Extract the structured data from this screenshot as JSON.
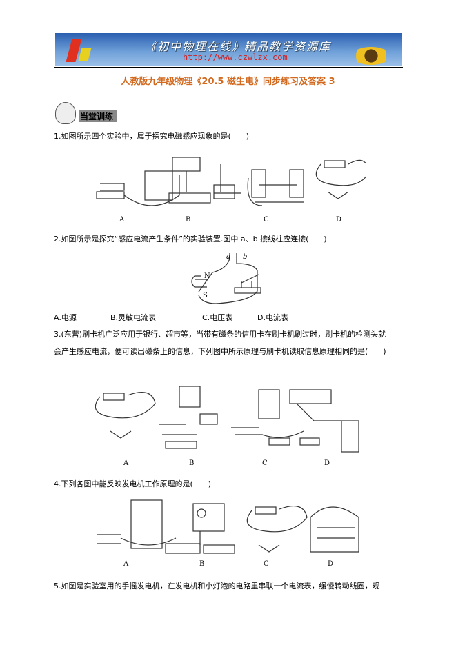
{
  "banner": {
    "title": "《初中物理在线》精品教学资源库",
    "url": "http://www.czwlzx.com"
  },
  "doc_title": "人教版九年级物理《20.5 磁生电》同步练习及答案 3",
  "section_label": "当堂训练",
  "questions": [
    {
      "text": "1.如图所示四个实验中，属于探究电磁感应现象的是(　　)",
      "figure_labels": [
        "A",
        "B",
        "C",
        "D"
      ]
    },
    {
      "text": "2.如图所示是探究“感应电流产生条件”的实验装置.图中 a、b 接线柱应连接(　　)",
      "figure_labels": [
        "a",
        "b",
        "N",
        "S"
      ],
      "options": [
        "A.电源",
        "B.灵敏电流表",
        "C.电压表",
        "D.电流表"
      ]
    },
    {
      "text_lines": [
        "3.(东营)刷卡机广泛应用于银行、超市等，当带有磁条的信用卡在刷卡机刷过时，刷卡机的检测头就",
        "会产生感应电流，便可读出磁条上的信息，下列图中所示原理与刷卡机读取信息原理相同的是(　　)"
      ],
      "figure_labels": [
        "A",
        "B",
        "C",
        "D"
      ]
    },
    {
      "text": "4.下列各图中能反映发电机工作原理的是(　　)",
      "figure_labels": [
        "A",
        "B",
        "C",
        "D"
      ]
    },
    {
      "text": "5.如图是实验室用的手摇发电机，在发电机和小灯泡的电路里串联一个电流表，缓慢转动线圈，观"
    }
  ]
}
